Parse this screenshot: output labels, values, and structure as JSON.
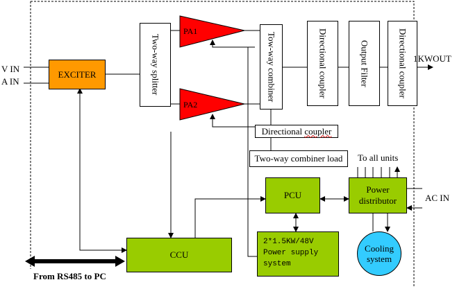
{
  "blocks": {
    "exciter": "EXCITER",
    "splitter": "Two-way splitter",
    "pa1": "PA1",
    "pa2": "PA2",
    "combiner": "Tow-way combiner",
    "dir_coupler_1": "Directional coupler",
    "output_filter": "Output Filter",
    "dir_coupler_2": "Directional coupler",
    "dir_coupler_3_prefix": "Directional ",
    "dir_coupler_3_word": "coupler",
    "combiner_load": "Two-way combiner load",
    "pcu": "PCU",
    "power_distributor": "Power distributor",
    "ccu": "CCU",
    "power_supply": "2*1.5KW/48V Power supply system",
    "cooling": "Cooling system"
  },
  "labels": {
    "v_in": "V IN",
    "a_in": "A IN",
    "output": "1KWOUT",
    "to_all_units": "To all units",
    "ac_in": "AC IN",
    "rs485": "From RS485 to PC"
  },
  "colors": {
    "exciter": "#ff9900",
    "pa": "#ff0000",
    "green_blocks": "#99cc00",
    "cooling": "#33ccff"
  }
}
